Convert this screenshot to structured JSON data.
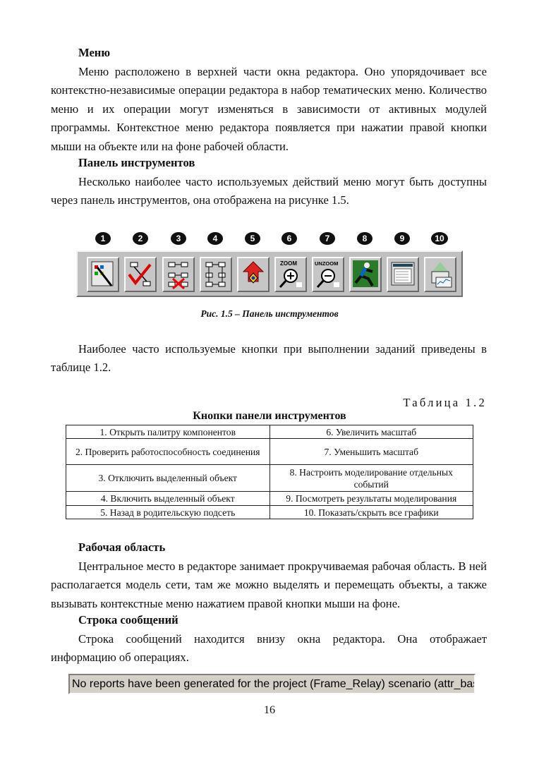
{
  "sections": {
    "menu_title": "Меню",
    "menu_text": "Меню расположено в верхней части окна редактора. Оно упорядочивает все контекстно-независимые операции редактора в набор тематических меню. Количество меню и их операции могут изменяться в зависимости от активных модулей программы. Контекстное меню редактора появляется при нажатии правой кнопки мыши на объекте или на фоне рабочей области.",
    "toolbar_title": "Панель инструментов",
    "toolbar_text": "Несколько наиболее часто используемых действий меню могут быть доступны через панель инструментов, она отображена на рисунке 1.5.",
    "figure_caption": "Рис. 1.5 – Панель инструментов",
    "table_intro": "Наиболее часто используемые кнопки при выполнении заданий приведены в таблице 1.2.",
    "workspace_title": "Рабочая область",
    "workspace_text": "Центральное место в редакторе занимает прокручиваемая рабочая область. В ней располагается модель сети, там же можно выделять и перемещать объекты, а также вызывать контекстные меню нажатием правой кнопки мыши на фоне.",
    "status_title": "Строка сообщений",
    "status_text": "Строка сообщений находится внизу окна редактора. Она отображает информацию об операциях."
  },
  "toolbar": {
    "numbers": [
      "1",
      "2",
      "3",
      "4",
      "5",
      "6",
      "7",
      "8",
      "9",
      "10"
    ],
    "icons": [
      "palette-icon",
      "check-link-icon",
      "disable-object-icon",
      "enable-object-icon",
      "parent-subnet-icon",
      "zoom-in-icon",
      "zoom-out-icon",
      "simulation-runner-icon",
      "view-results-icon",
      "show-graphs-icon"
    ],
    "zoom_label": "ZOOM",
    "unzoom_label": "UNZOOM"
  },
  "table": {
    "number": "Таблица 1.2",
    "title": "Кнопки панели инструментов",
    "rows": [
      [
        "1. Открыть палитру компонентов",
        "6. Увеличить масштаб"
      ],
      [
        "2. Проверить работоспособность соединения",
        "7. Уменьшить масштаб"
      ],
      [
        "3. Отключить выделенный объект",
        "8. Настроить моделирование отдельных событий"
      ],
      [
        "4. Включить выделенный объект",
        "9. Посмотреть результаты моделирования"
      ],
      [
        "5. Назад в родительскую подсеть",
        "10. Показать/скрыть все графики"
      ]
    ]
  },
  "status_bar": {
    "message": "No reports have been generated for the project (Frame_Relay) scenario (attr_based_pvc)."
  },
  "page_number": "16"
}
